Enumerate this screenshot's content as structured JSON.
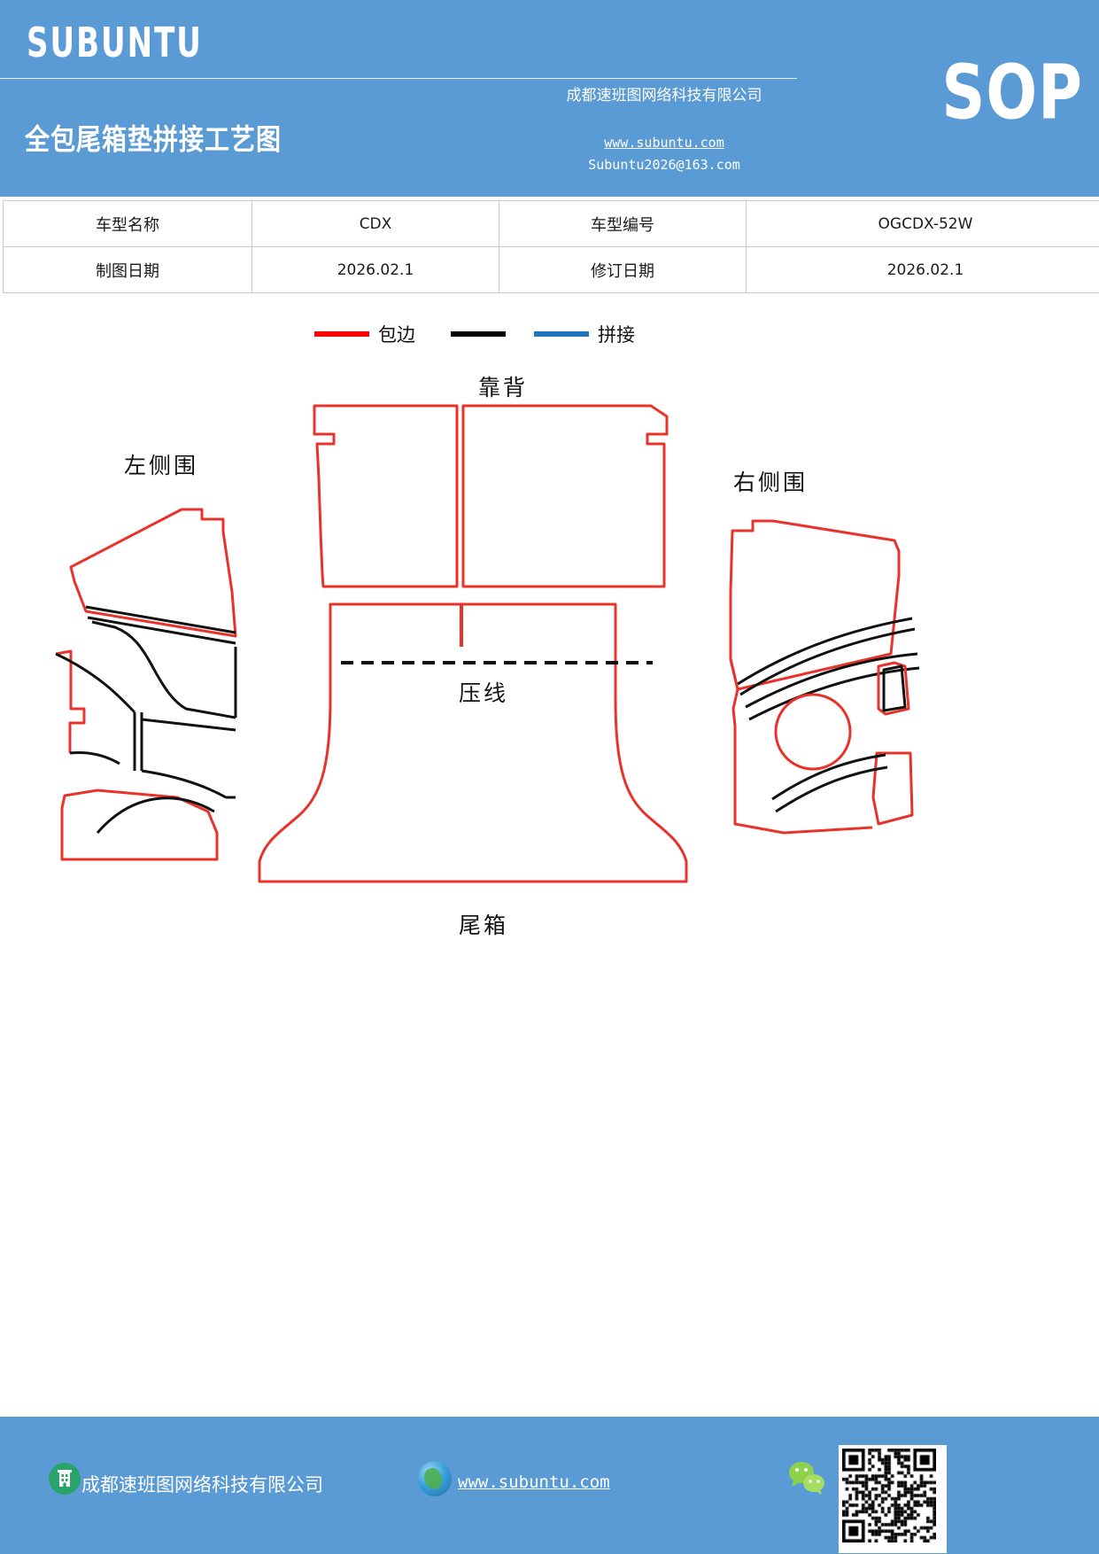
{
  "header": {
    "brand": "SUBUNTU",
    "doc_title": "全包尾箱垫拼接工艺图",
    "badge": "SOP",
    "company": "成都速班图网络科技有限公司",
    "website": "www.subuntu.com",
    "email": "Subuntu2026@163.com",
    "background_color": "#5b9bd5"
  },
  "info_table": {
    "rows": [
      {
        "label1": "车型名称",
        "value1": "CDX",
        "label2": "车型编号",
        "value2": "OGCDX-52W"
      },
      {
        "label1": "制图日期",
        "value1": "2026.02.1",
        "label2": "修订日期",
        "value2": "2026.02.1"
      }
    ]
  },
  "legend": {
    "items": [
      {
        "label": "包边",
        "color": "#ff0000",
        "name": "edge-binding"
      },
      {
        "label": "",
        "color": "#000000",
        "name": "black-line"
      },
      {
        "label": "拼接",
        "color": "#1f74bd",
        "name": "splice"
      }
    ]
  },
  "diagram": {
    "labels": {
      "left_side": "左侧围",
      "right_side": "右侧围",
      "backrest": "靠背",
      "press_line": "压线",
      "trunk": "尾箱"
    },
    "colors": {
      "binding": "#e8332a",
      "stitch": "#111111",
      "splice": "#1f74bd"
    }
  },
  "footer": {
    "company": "成都速班图网络科技有限公司",
    "website": "www.subuntu.com",
    "background_color": "#5b9bd5",
    "icons": {
      "building": "building-icon",
      "globe": "globe-icon",
      "wechat": "wechat-icon",
      "qrcode": "qrcode-image"
    }
  }
}
